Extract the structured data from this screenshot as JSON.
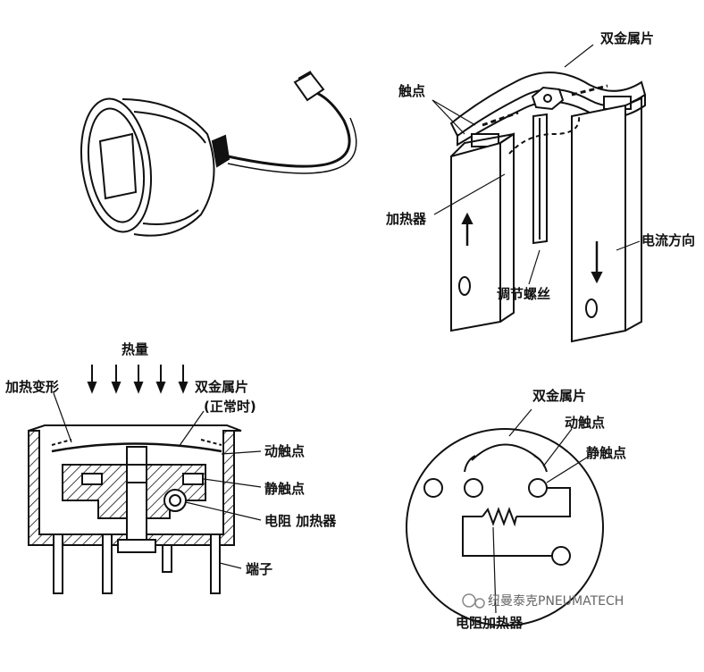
{
  "top_right": {
    "bimetal": "双金属片",
    "contact": "触点",
    "heater": "加热器",
    "current_direction": "电流方向",
    "adjust_screw": "调节螺丝"
  },
  "bottom_left": {
    "heat": "热量",
    "heat_deform": "加热变形",
    "bimetal": "双金属片",
    "normal": "(正常时)",
    "moving_contact": "动触点",
    "static_contact": "静触点",
    "resistor_heater": "电阻 加热器",
    "terminal": "端子"
  },
  "bottom_right": {
    "bimetal": "双金属片",
    "moving_contact": "动触点",
    "static_contact": "静触点",
    "resistor_heater": "电阻加热器"
  },
  "watermark": "纽曼泰克PNEUMATECH"
}
